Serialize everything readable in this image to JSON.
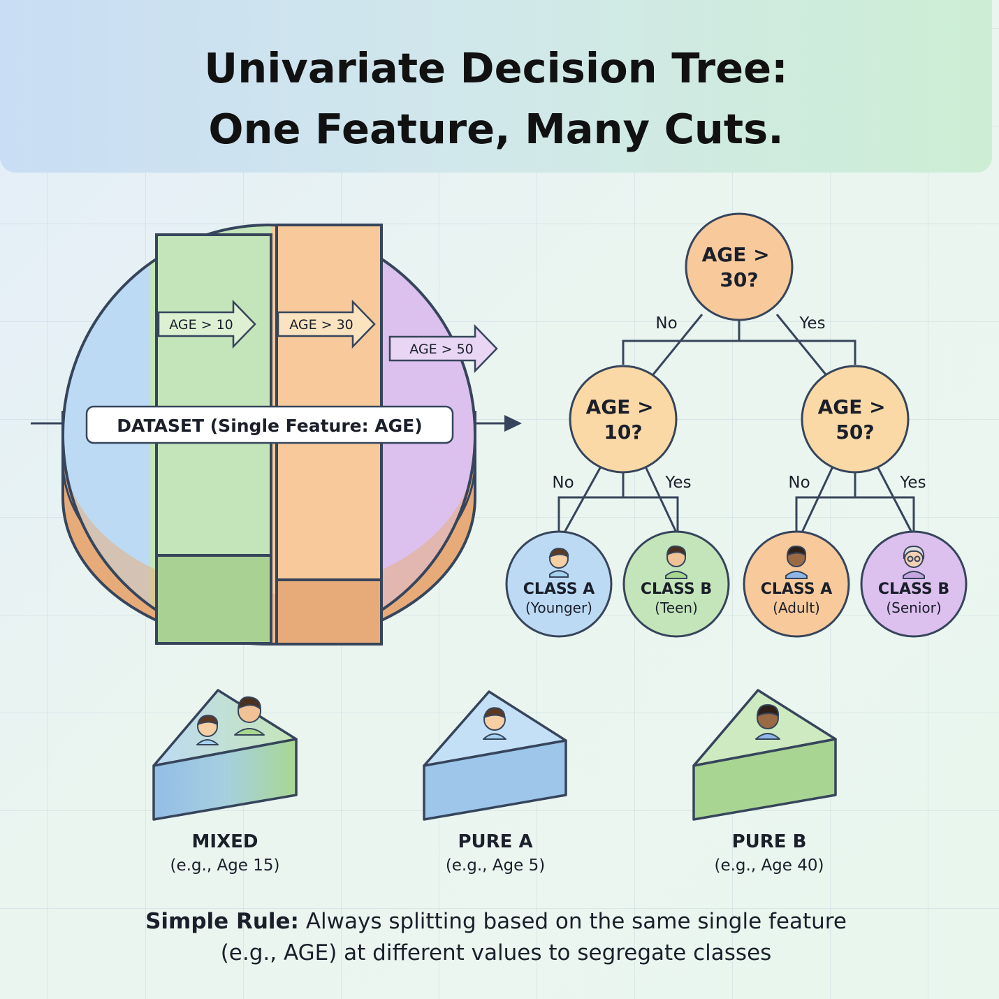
{
  "title": {
    "line1": "Univariate Decision Tree:",
    "line2": "One Feature, Many Cuts."
  },
  "dataset": {
    "label": "DATASET (Single Feature: AGE)",
    "cuts": [
      "AGE > 10",
      "AGE > 30",
      "AGE > 50"
    ]
  },
  "tree": {
    "root": "AGE > 30?",
    "left": "AGE > 10?",
    "right": "AGE > 50?",
    "no": "No",
    "yes": "Yes",
    "leaves": [
      {
        "name": "CLASS A",
        "sub": "(Younger)",
        "icon": "child-icon"
      },
      {
        "name": "CLASS B",
        "sub": "(Teen)",
        "icon": "teen-icon"
      },
      {
        "name": "CLASS A",
        "sub": "(Adult)",
        "icon": "adult-icon"
      },
      {
        "name": "CLASS B",
        "sub": "(Senior)",
        "icon": "senior-icon"
      }
    ]
  },
  "slices": [
    {
      "name": "MIXED",
      "sub": "(e.g., Age 15)"
    },
    {
      "name": "PURE A",
      "sub": "(e.g., Age 5)"
    },
    {
      "name": "PURE B",
      "sub": "(e.g., Age 40)"
    }
  ],
  "rule": {
    "lead": "Simple Rule:",
    "text": "Always splitting based on the same single feature",
    "text2": "(e.g., AGE) at different values to segregate classes"
  },
  "colors": {
    "blue": "#bcdaf3",
    "green": "#c4e5b9",
    "orange": "#f7c99b",
    "purple": "#dcc0ee",
    "outline": "#36455b"
  }
}
